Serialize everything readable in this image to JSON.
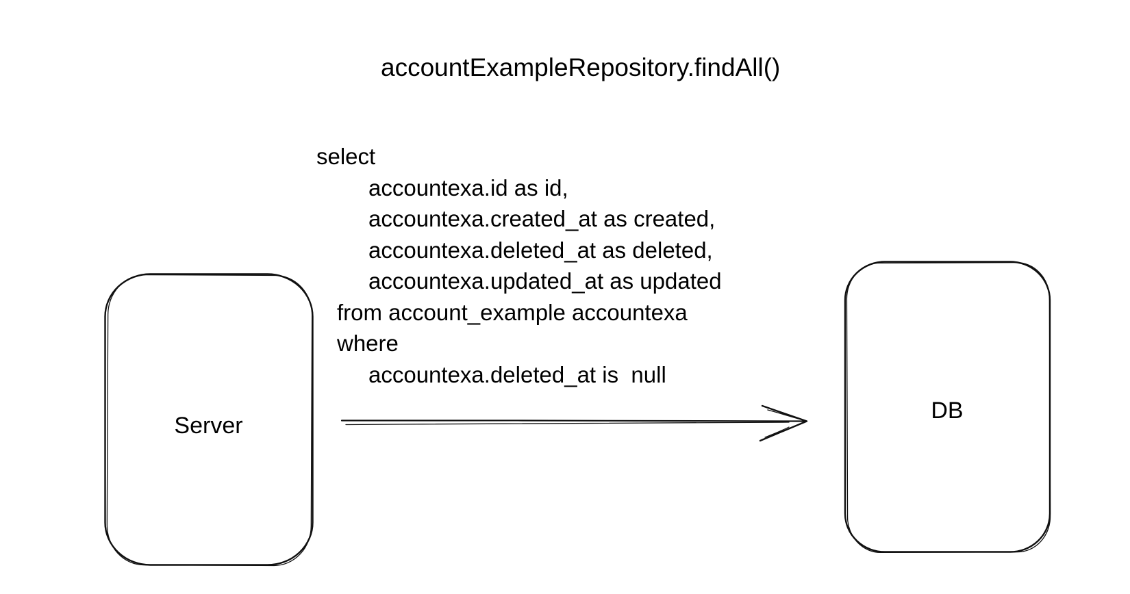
{
  "diagram": {
    "title": "accountExampleRepository.findAll()",
    "sql_query": {
      "lines": [
        {
          "text": "select",
          "indent": 0
        },
        {
          "text": "accountexa.id as id,",
          "indent": 2
        },
        {
          "text": "accountexa.created_at as created,",
          "indent": 2
        },
        {
          "text": "accountexa.deleted_at as deleted,",
          "indent": 2
        },
        {
          "text": "accountexa.updated_at as updated",
          "indent": 2
        },
        {
          "text": "from account_example accountexa",
          "indent": 1
        },
        {
          "text": "where",
          "indent": 1
        },
        {
          "text": "accountexa.deleted_at is  null",
          "indent": 2
        }
      ]
    },
    "nodes": [
      {
        "id": "server",
        "label": "Server"
      },
      {
        "id": "db",
        "label": "DB"
      }
    ],
    "edge": {
      "from": "server",
      "to": "db",
      "type": "arrow"
    },
    "colors": {
      "background": "#ffffff",
      "stroke": "#101010",
      "text": "#000000"
    }
  }
}
